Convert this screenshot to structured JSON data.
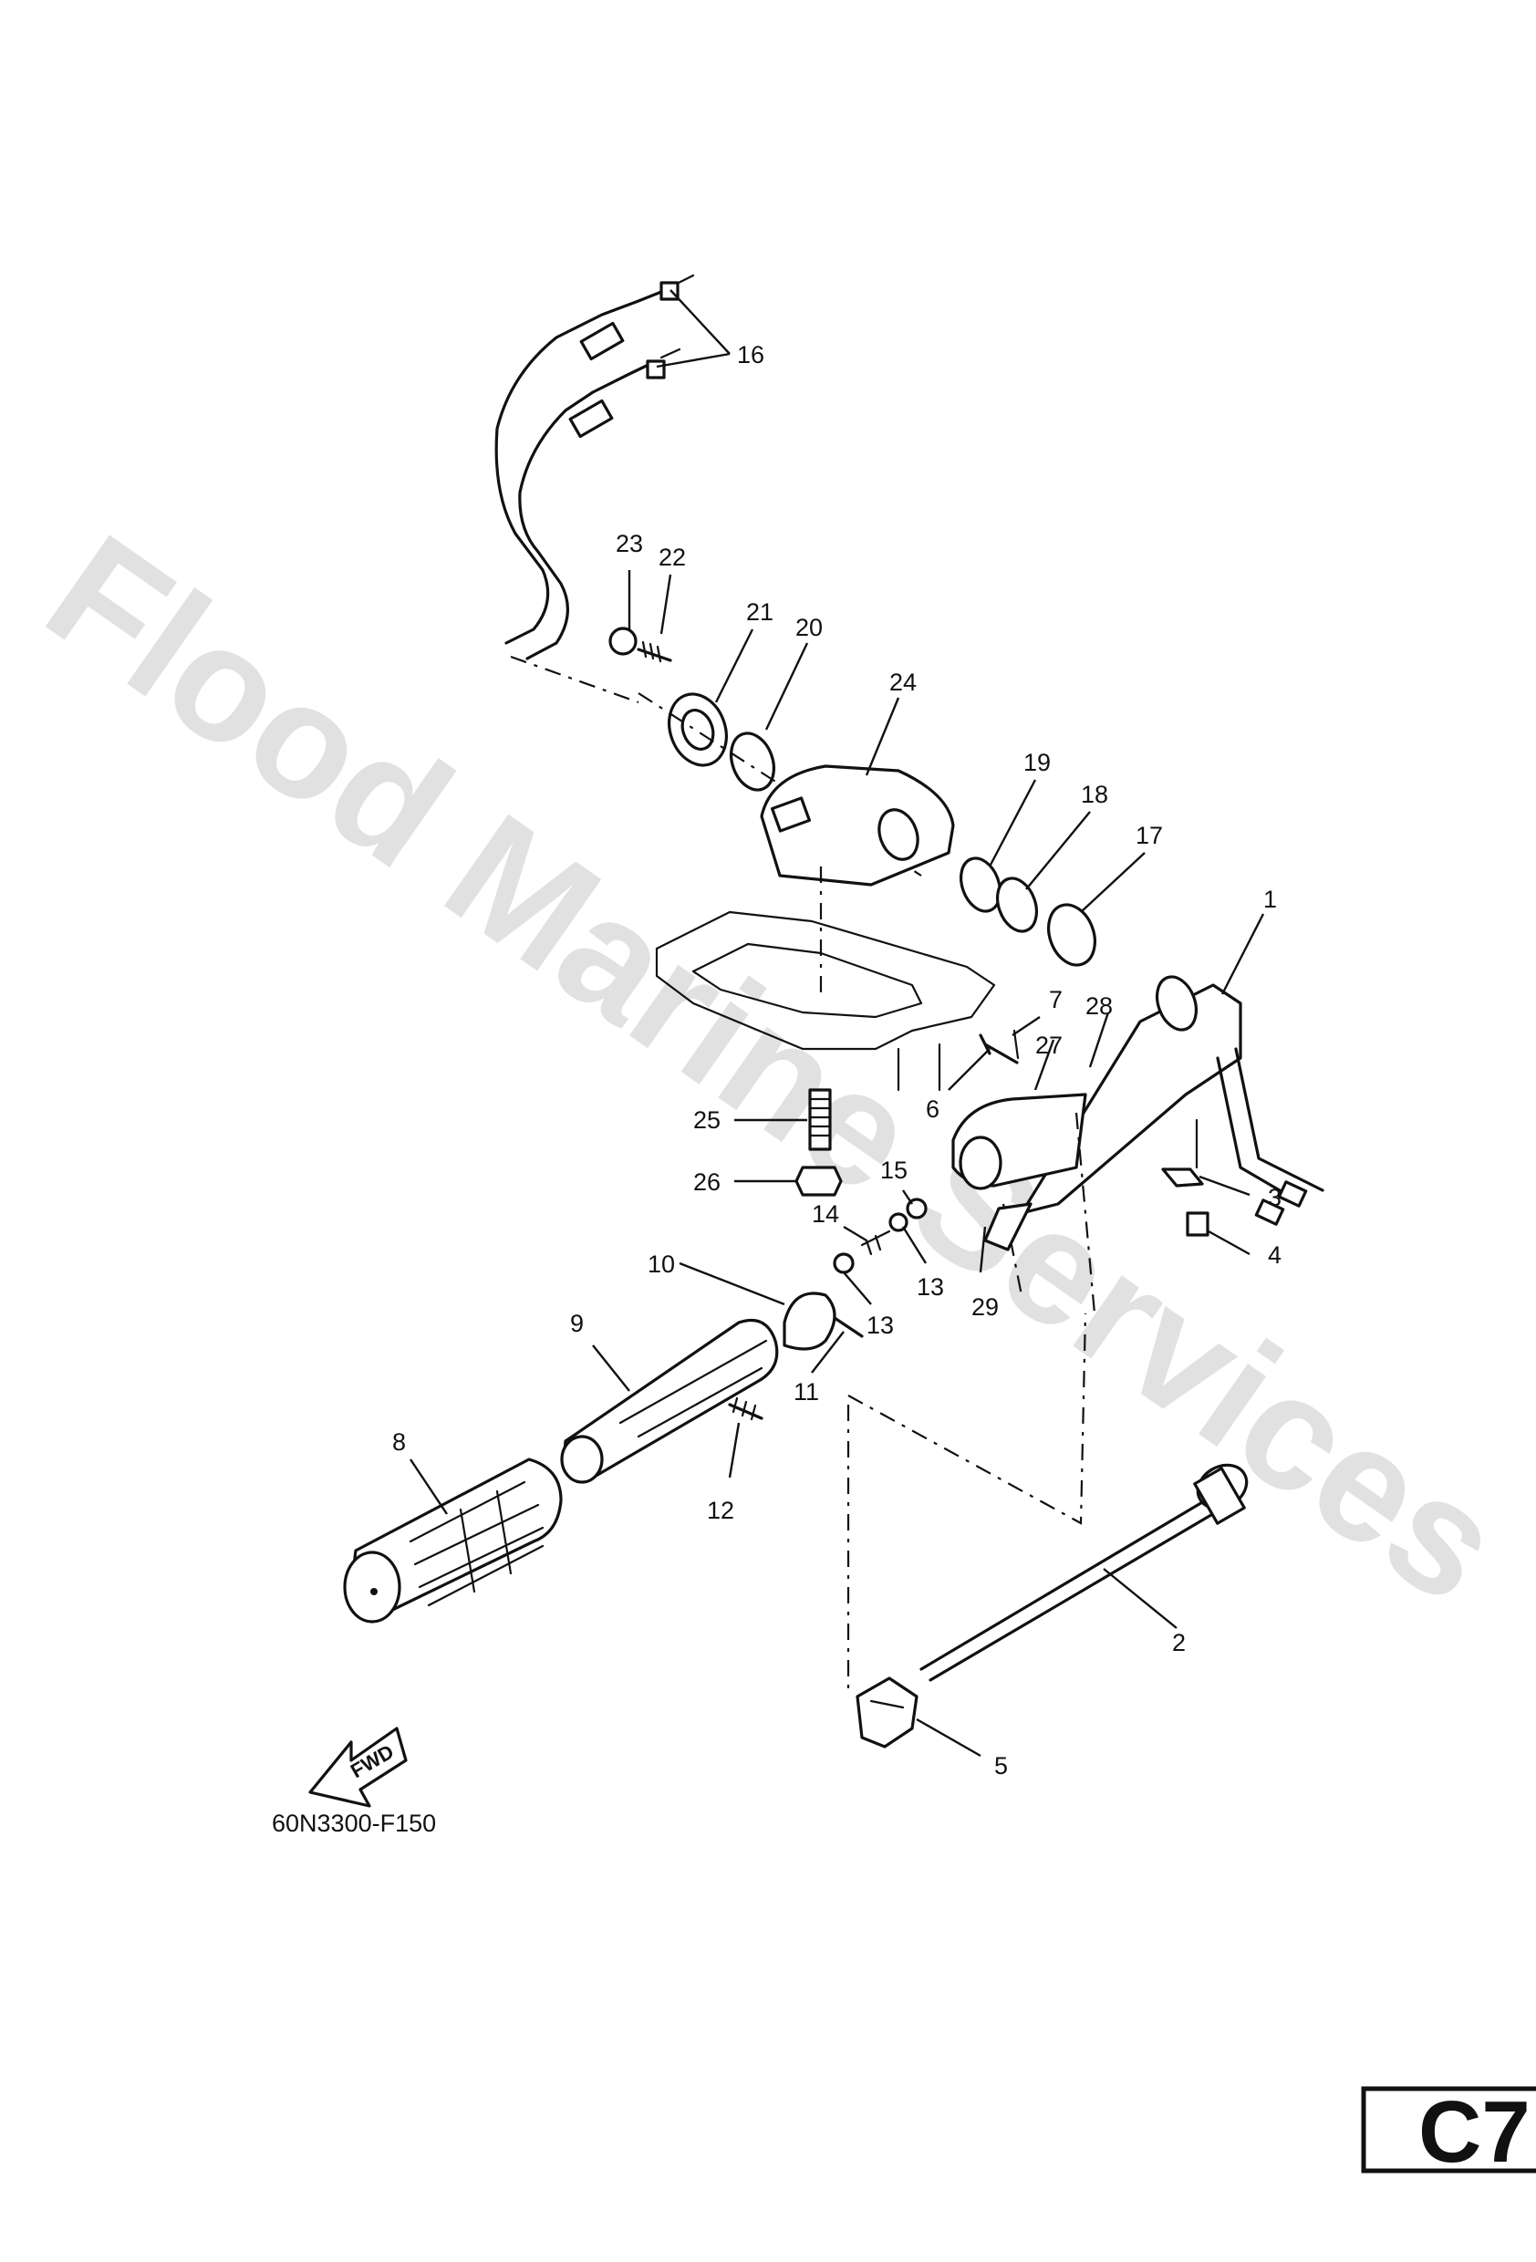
{
  "diagram": {
    "callouts": [
      "1",
      "2",
      "3",
      "4",
      "5",
      "6",
      "7",
      "8",
      "9",
      "10",
      "11",
      "12",
      "13",
      "13",
      "14",
      "15",
      "16",
      "17",
      "18",
      "19",
      "20",
      "21",
      "22",
      "23",
      "24",
      "25",
      "26",
      "27",
      "28",
      "29"
    ],
    "reference_code": "60N3300-F150",
    "forward_label": "FWD",
    "page_badge": "C7",
    "watermark": "Flood Marine Services"
  }
}
